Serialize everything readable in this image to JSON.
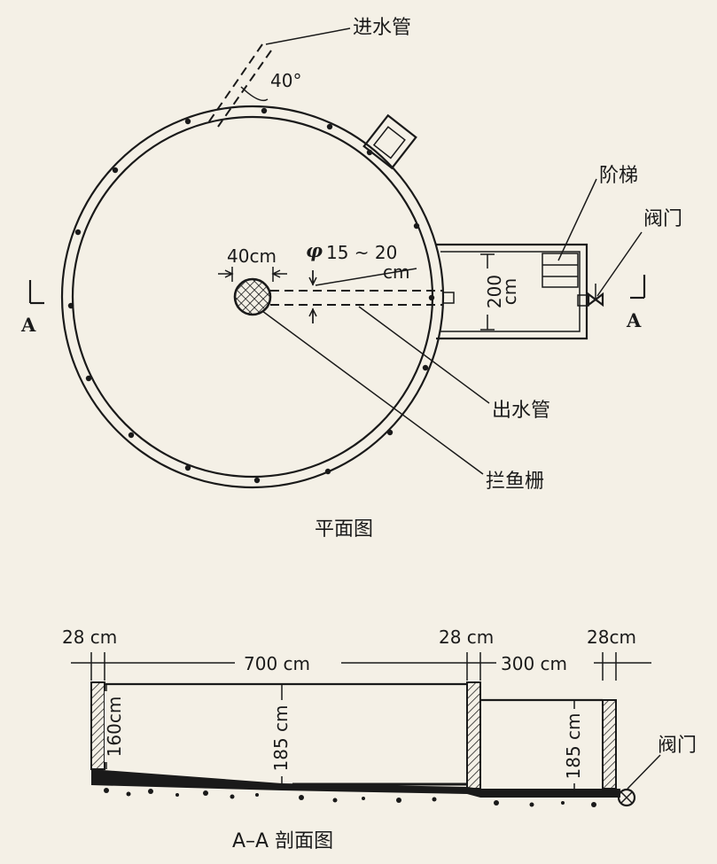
{
  "plan": {
    "label_inlet_pipe": "进水管",
    "label_angle": "40°",
    "label_stairs": "阶梯",
    "label_valve": "阀门",
    "label_section_left": "A",
    "label_section_right": "A",
    "label_screen_dia": "40cm",
    "label_pipe_dia_sym": "φ",
    "label_pipe_dia_val": "15 ~ 20",
    "label_pipe_dia_unit": "cm",
    "label_chamber_width": "200",
    "label_chamber_unit": "cm",
    "label_outlet_pipe": "出水管",
    "label_fish_screen": "拦鱼栅",
    "caption": "平面图"
  },
  "section": {
    "dim_wall_left": "28 cm",
    "dim_pond_width": "700 cm",
    "dim_wall_mid": "28 cm",
    "dim_chamber_width": "300 cm",
    "dim_wall_right": "28cm",
    "dim_depth_edge": "160cm",
    "dim_depth_center": "185 cm",
    "dim_depth_chamber": "185 cm",
    "label_valve": "阀门",
    "caption": "A–A 剖面图"
  }
}
